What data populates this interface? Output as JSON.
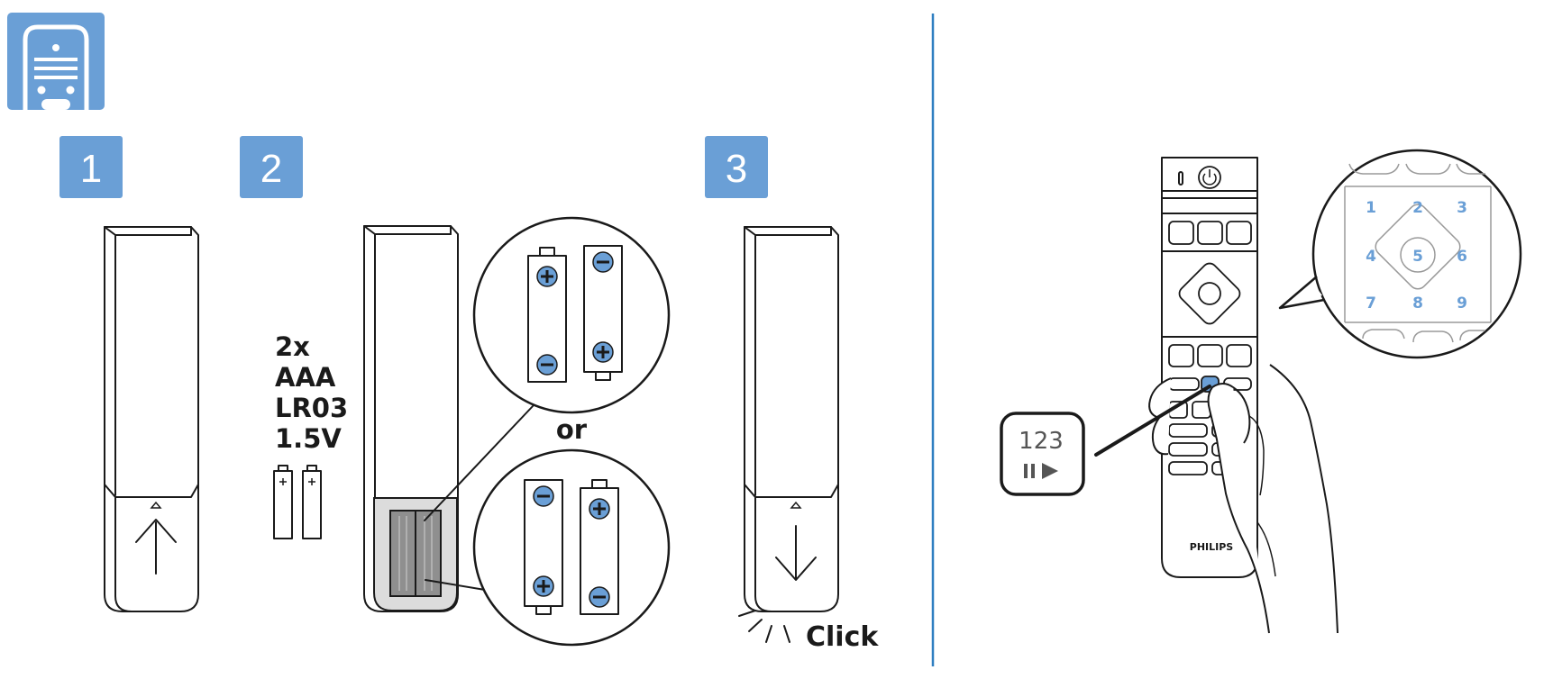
{
  "header": {
    "icon": "remote-control-icon",
    "color": "#6a9fd6"
  },
  "steps": [
    {
      "label": "1"
    },
    {
      "label": "2"
    },
    {
      "label": "3"
    }
  ],
  "battery_spec": {
    "lines": [
      "2x",
      "AAA",
      "LR03",
      "1.5V"
    ]
  },
  "orientation_separator": "or",
  "click_label": "Click",
  "remote": {
    "brand": "PHILIPS",
    "numpad": [
      "1",
      "2",
      "3",
      "4",
      "5",
      "6",
      "7",
      "8",
      "9"
    ],
    "key_callout": {
      "line1": "123",
      "icon": "pause-play-icon"
    }
  },
  "colors": {
    "accent": "#6a9fd6",
    "line": "#1a1a1a",
    "divider": "#2f7fc1"
  }
}
